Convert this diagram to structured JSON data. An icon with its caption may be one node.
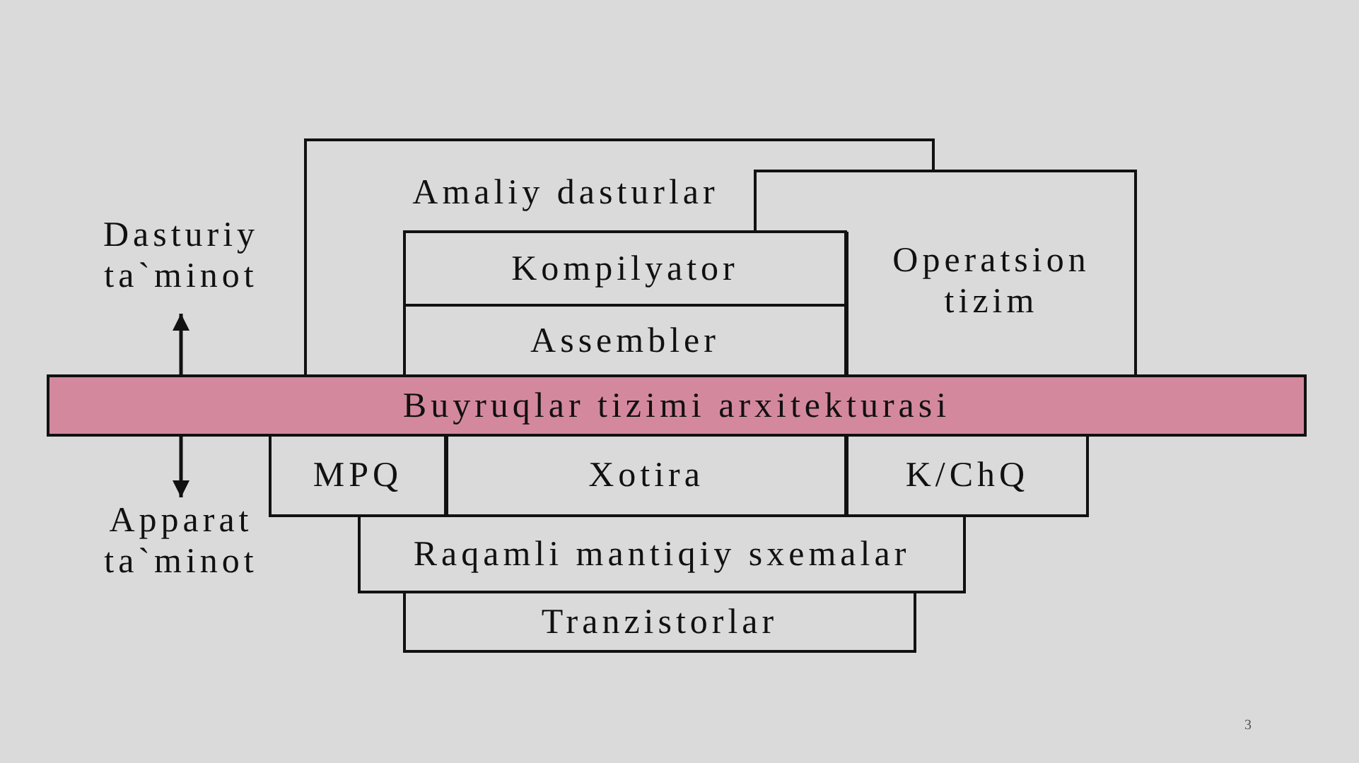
{
  "diagram": {
    "nodes": [
      {
        "text": [
          "Amaliy dasturlar"
        ]
      },
      {
        "text": [
          "Dasturiy ta`minot"
        ]
      },
      {
        "text": [
          "Operatsion tizim"
        ]
      },
      {
        "text": [
          "Kompilyator"
        ],
        "in": 0
      },
      {
        "text": [
          "Assembler"
        ],
        "in": 0
      },
      {
        "text": [
          "Buyruqlar tizimi arxitekturasi"
        ]
      },
      {
        "text": [
          "MPQ"
        ]
      },
      {
        "text": [
          "Xotira"
        ]
      },
      {
        "text": [
          "K/ChQ"
        ]
      },
      {
        "text": [
          "Apparat ta`minot"
        ]
      },
      {
        "text": [
          "Raqamli mantiqiy sxemalar"
        ]
      },
      {
        "text": [
          "Tranzistorlar"
        ]
      }
    ],
    "edges": [
      {
        "from": 5,
        "to": 1,
        "arrow": "to"
      },
      {
        "from": 5,
        "to": 9,
        "arrow": "to"
      }
    ],
    "labels": [
      "3"
    ]
  }
}
